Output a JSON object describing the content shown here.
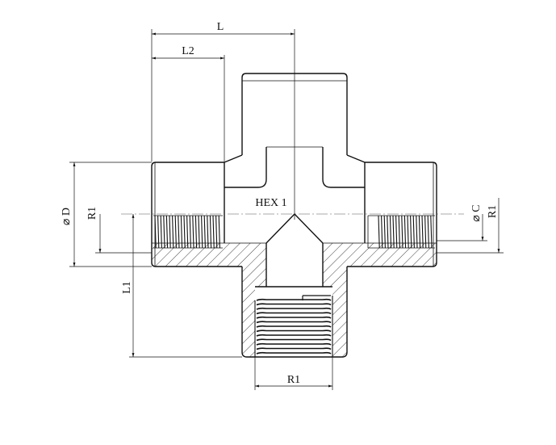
{
  "title": "",
  "labels": {
    "L": "L",
    "L2": "L2",
    "hex": "HEX 1",
    "diam_D": "⌀ D",
    "R1_left": "R1",
    "L1": "L1",
    "diam_C": "⌀ C",
    "R1_right": "R1",
    "R1_bottom": "R1"
  },
  "colors": {
    "line": "#111111",
    "hatch": "#111111",
    "background": "#ffffff"
  }
}
